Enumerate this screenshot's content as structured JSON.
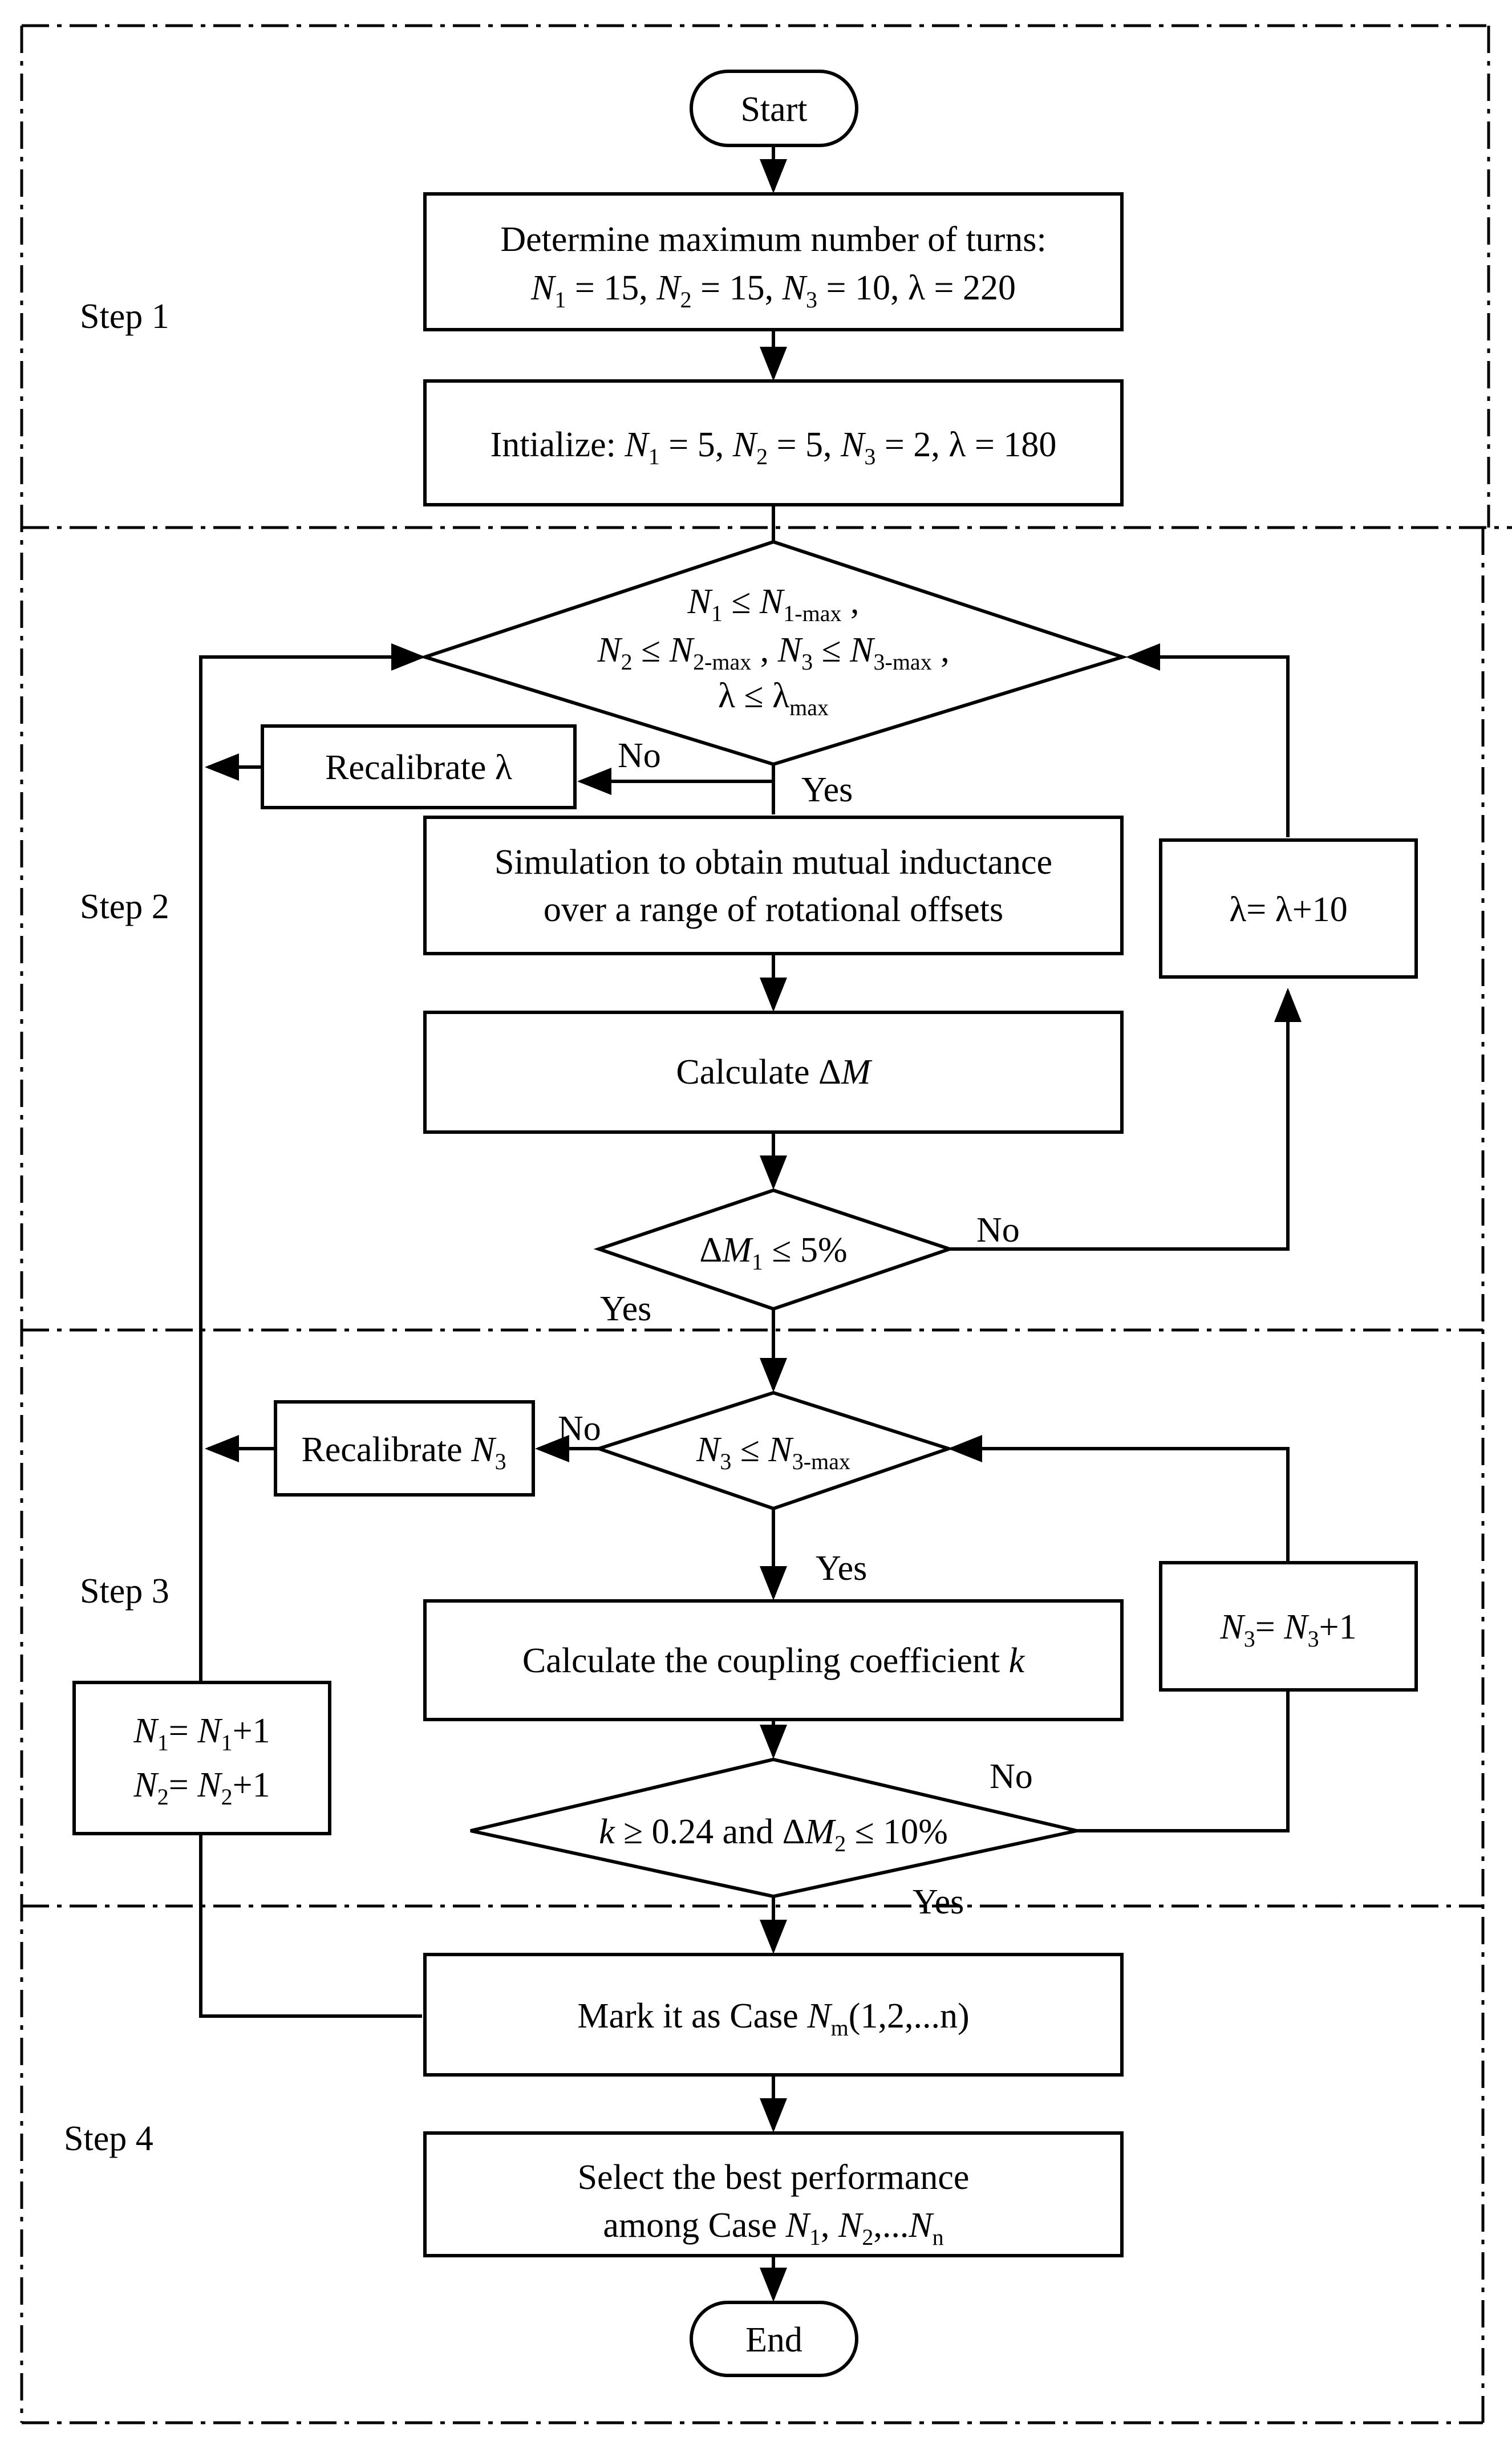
{
  "steps": {
    "step1": "Step 1",
    "step2": "Step 2",
    "step3": "Step 3",
    "step4": "Step 4"
  },
  "nodes": {
    "start": "Start",
    "end": "End",
    "determine": {
      "line1": "Determine maximum number of turns:",
      "N1": "N",
      "N1_sub": "1",
      "N1_val": " = 15, ",
      "N2": "N",
      "N2_sub": "2",
      "N2_val": " = 15, ",
      "N3": "N",
      "N3_sub": "3",
      "N3_val": " = 10, λ = 220"
    },
    "initialize": {
      "prefix": "Intialize: ",
      "N1": "N",
      "N1_sub": "1",
      "N1_val": " = 5, ",
      "N2": "N",
      "N2_sub": "2",
      "N2_val": " = 5, ",
      "N3": "N",
      "N3_sub": "3",
      "N3_val": " = 2, λ = 180"
    },
    "cond1": {
      "l1_a": "N",
      "l1_a_sub": "1",
      "l1_op": " ≤ ",
      "l1_b": "N",
      "l1_b_sub": "1-max",
      "l1_end": " ,",
      "l2_a": "N",
      "l2_a_sub": "2",
      "l2_op": " ≤ ",
      "l2_b": "N",
      "l2_b_sub": "2-max",
      "l2_mid": " , ",
      "l2_c": "N",
      "l2_c_sub": "3",
      "l2_op2": " ≤ ",
      "l2_d": "N",
      "l2_d_sub": "3-max",
      "l2_end": " ,",
      "l3": "λ ≤ λ",
      "l3_sub": "max"
    },
    "recal_lambda": "Recalibrate λ",
    "simulation": {
      "line1": "Simulation to obtain mutual inductance",
      "line2": "over a range of rotational offsets"
    },
    "lambda_inc": "λ= λ+10",
    "calc_dm": {
      "prefix": "Calculate  Δ",
      "var": "M"
    },
    "cond2": {
      "a": "Δ",
      "var": "M",
      "sub": "1",
      "rest": " ≤ 5%"
    },
    "recal_n3": {
      "prefix": "Recalibrate ",
      "var": "N",
      "sub": "3"
    },
    "cond3": {
      "a": "N",
      "a_sub": "3",
      "op": " ≤ ",
      "b": "N",
      "b_sub": "3-max"
    },
    "calc_k": {
      "prefix": "Calculate the coupling coefficient ",
      "var": "k"
    },
    "n3_inc": {
      "a": "N",
      "a_sub": "3",
      "mid": "= ",
      "b": "N",
      "b_sub": "3",
      "end": "+1"
    },
    "n12_inc": {
      "l1_a": "N",
      "l1_a_sub": "1",
      "l1_mid": "= ",
      "l1_b": "N",
      "l1_b_sub": "1",
      "l1_end": "+1",
      "l2_a": "N",
      "l2_a_sub": "2",
      "l2_mid": "= ",
      "l2_b": "N",
      "l2_b_sub": "2",
      "l2_end": "+1"
    },
    "cond4": {
      "k": "k",
      "mid": " ≥ 0.24 and Δ",
      "var": "M",
      "sub": "2",
      "end": " ≤ 10%"
    },
    "mark": {
      "prefix": "Mark it as Case ",
      "var": "N",
      "sub": "m",
      "end": "(1,2,...n)"
    },
    "select": {
      "line1": "Select the best performance",
      "prefix": "among Case ",
      "a": "N",
      "a_sub": "1",
      "sep1": ", ",
      "b": "N",
      "b_sub": "2",
      "sep2": ",...",
      "c": "N",
      "c_sub": "n"
    }
  },
  "edge_labels": {
    "no1": "No",
    "yes1": "Yes",
    "no2": "No",
    "yes2": "Yes",
    "no3": "No",
    "yes3": "Yes",
    "no4": "No",
    "yes4": "Yes"
  }
}
